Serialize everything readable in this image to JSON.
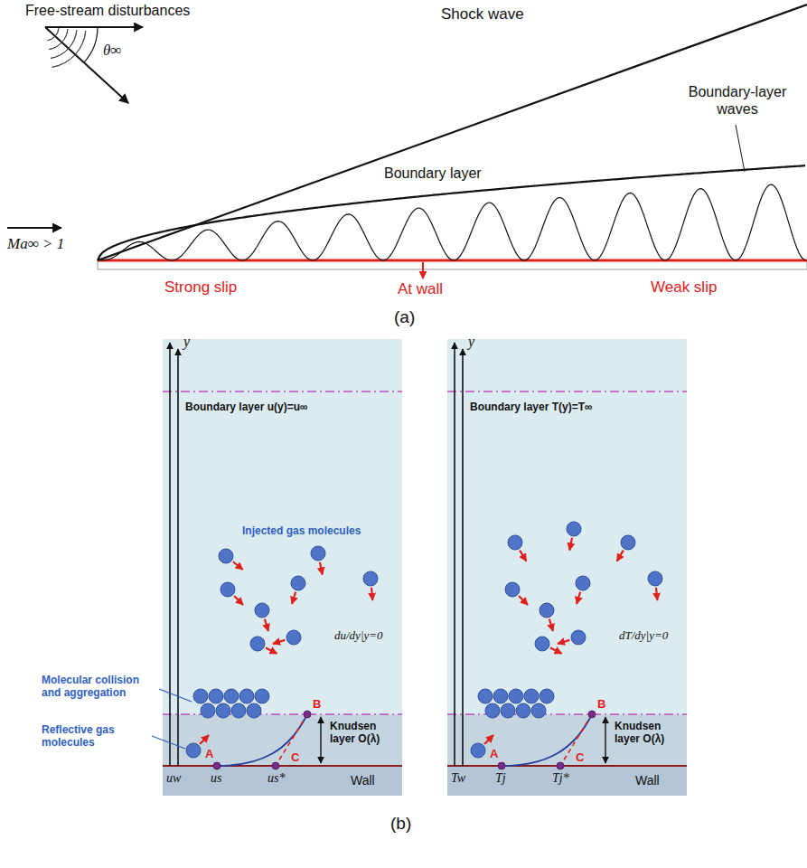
{
  "diagram": {
    "nodes": [
      {
        "text": [
          "Boundary layer u(y)=u∞",
          "Injected gas molecules",
          "du/dy|y=0"
        ]
      },
      {
        "text": [
          "Knudsen layer O(λ)"
        ],
        "in": 0
      },
      {
        "text": [
          "Wall"
        ],
        "in": 0
      },
      {
        "text": [
          "Boundary layer T(y)=T∞",
          "dT/dy|y=0"
        ]
      },
      {
        "text": [
          "Knudsen layer O(λ)"
        ],
        "in": 3
      },
      {
        "text": [
          "Wall"
        ],
        "in": 3
      }
    ],
    "labels": [
      "Free-stream disturbances",
      "θ∞",
      "Shock wave",
      "Boundary-layer waves",
      "Boundary layer",
      "Ma∞ > 1",
      "Strong slip",
      "At wall",
      "Weak slip",
      "(a)",
      "Molecular collision and aggregation",
      "Reflective gas molecules",
      "y",
      "A",
      "B",
      "C",
      "uw",
      "us",
      "us*",
      "y",
      "A",
      "B",
      "C",
      "Tw",
      "Tj",
      "Tj*",
      "(b)"
    ]
  }
}
